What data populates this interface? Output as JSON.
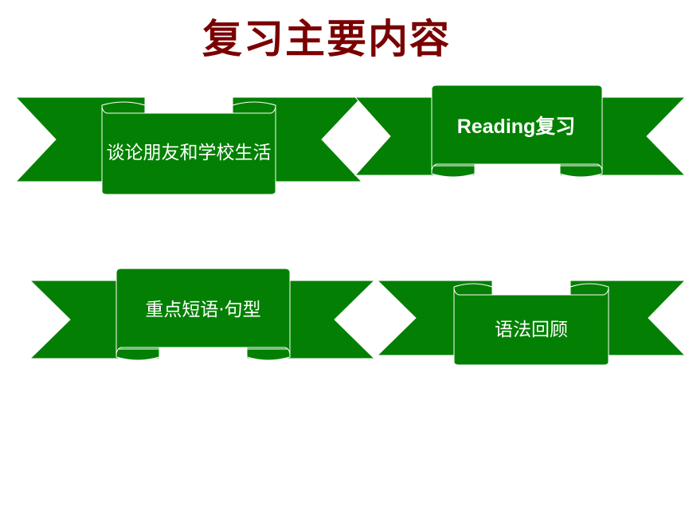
{
  "slide": {
    "title": "复习主要内容",
    "title_color": "#7a0000",
    "banner_color": "#038003",
    "banners": [
      {
        "label": "谈论朋友和学校生活",
        "icon": "ribbon-banner-icon"
      },
      {
        "label": "Reading复习",
        "icon": "ribbon-banner-icon"
      },
      {
        "label": "重点短语·句型",
        "icon": "ribbon-banner-icon"
      },
      {
        "label": "语法回顾",
        "icon": "ribbon-banner-icon"
      }
    ]
  }
}
